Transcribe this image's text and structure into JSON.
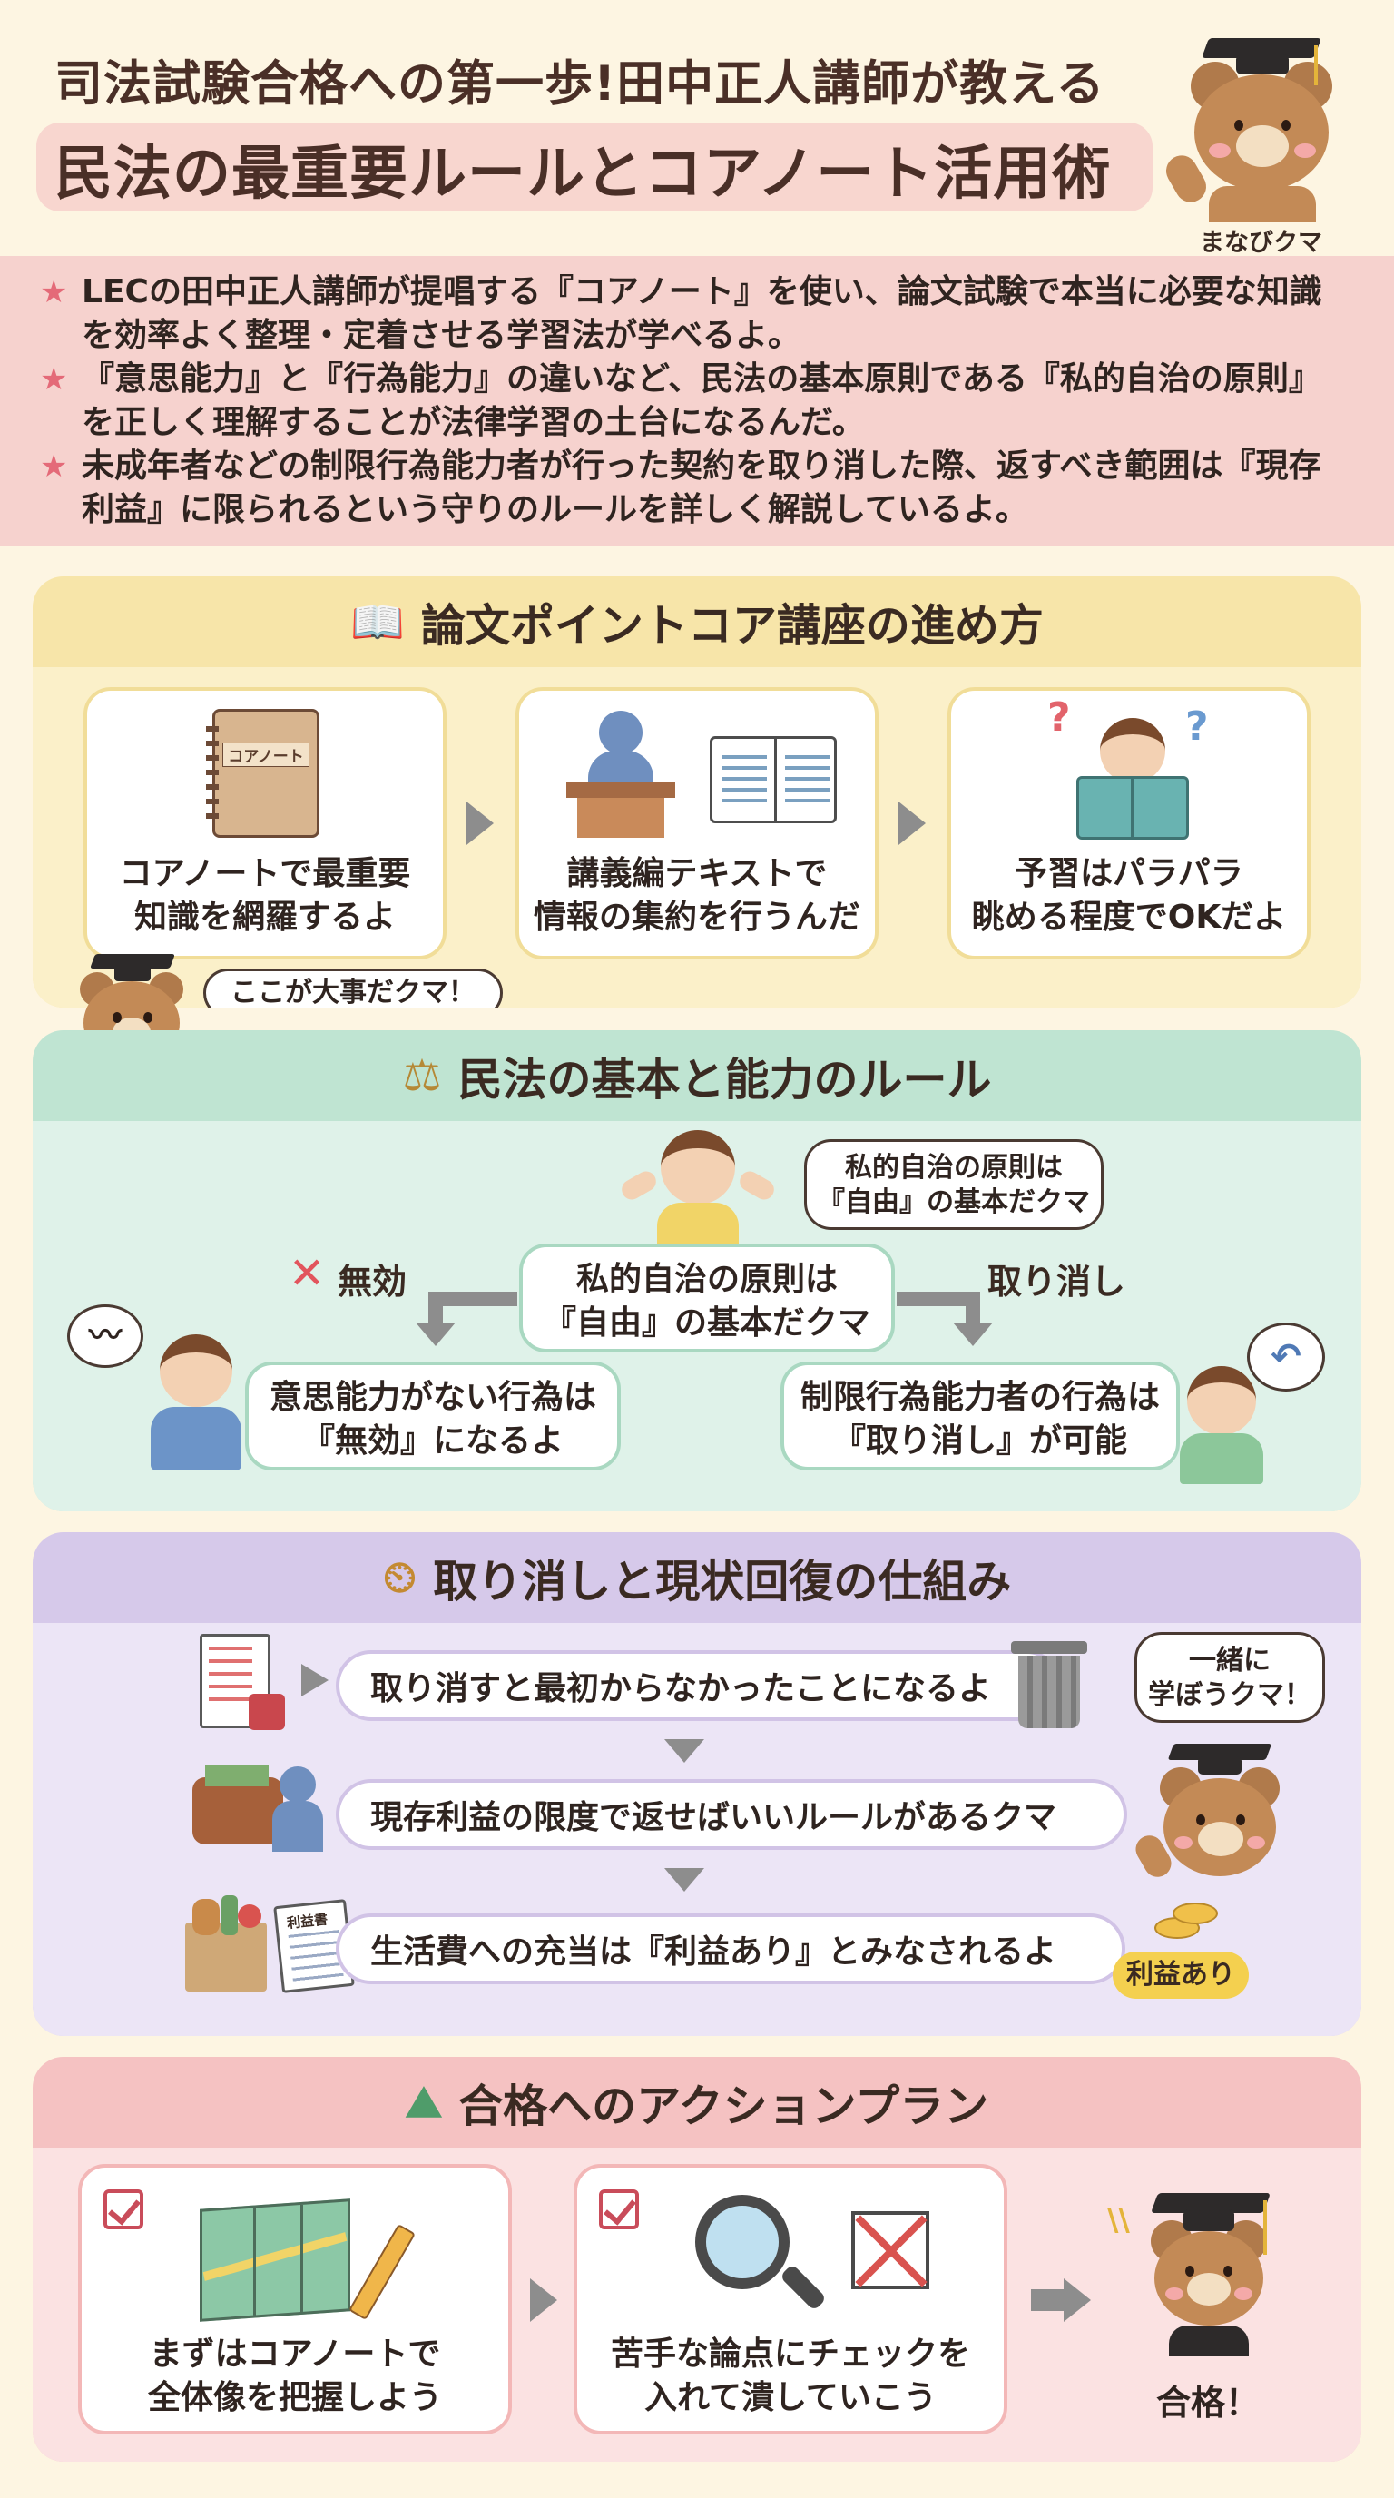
{
  "header": {
    "title_line1": "司法試験合格への第一歩!田中正人講師が教える",
    "title_line2": "民法の最重要ルールとコアノート活用術",
    "mascot_name": "まなびクマ"
  },
  "intro": {
    "items": [
      "LECの田中正人講師が提唱する『コアノート』を使い、論文試験で本当に必要な知識を効率よく整理・定着させる学習法が学べるよ。",
      "『意思能力』と『行為能力』の違いなど、民法の基本原則である『私的自治の原則』を正しく理解することが法律学習の土台になるんだ。",
      "未成年者などの制限行為能力者が行った契約を取り消した際、返すべき範囲は『現存利益』に限られるという守りのルールを詳しく解説しているよ。"
    ]
  },
  "section1": {
    "title": "論文ポイントコア講座の進め方",
    "notebook_label": "コアノート",
    "steps": [
      {
        "line1": "コアノートで最重要",
        "line2": "知識を網羅するよ"
      },
      {
        "line1": "講義編テキストで",
        "line2": "情報の集約を行うんだ"
      },
      {
        "line1": "予習はパラパラ",
        "line2": "眺める程度でOKだよ"
      }
    ],
    "bubble": "ここが大事だクマ！"
  },
  "section2": {
    "title": "民法の基本と能力のルール",
    "top_bubble_line1": "私的自治の原則は",
    "top_bubble_line2": "『自由』の基本だクマ",
    "center_line1": "私的自治の原則は",
    "center_line2": "『自由』の基本だクマ",
    "left_label": "無効",
    "right_label": "取り消し",
    "left_box_line1": "意思能力がない行為は",
    "left_box_line2": "『無効』になるよ",
    "right_box_line1": "制限行為能力者の行為は",
    "right_box_line2": "『取り消し』が可能"
  },
  "section3": {
    "title": "取り消しと現状回復の仕組み",
    "rows": [
      "取り消すと最初からなかったことになるよ",
      "現存利益の限度で返せばいいルールがあるクマ",
      "生活費への充当は『利益あり』とみなされるよ"
    ],
    "doc_label": "利益書",
    "bubble_line1": "一緒に",
    "bubble_line2": "学ぼうクマ！",
    "badge": "利益あり"
  },
  "section4": {
    "title": "合格へのアクションプラン",
    "cards": [
      {
        "line1": "まずはコアノートで",
        "line2": "全体像を把握しよう"
      },
      {
        "line1": "苦手な論点にチェックを",
        "line2": "入れて潰していこう"
      }
    ],
    "goal": "合格！"
  },
  "colors": {
    "sec1": "#f7e5a9",
    "sec2": "#bfe4d2",
    "sec3": "#d6c9ea",
    "sec4": "#f5c2c2",
    "accent": "#e46a78"
  }
}
